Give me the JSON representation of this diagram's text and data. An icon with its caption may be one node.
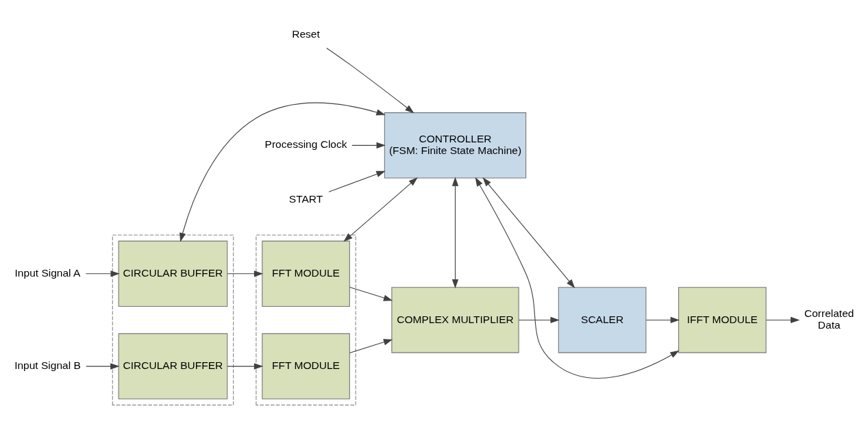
{
  "diagram": {
    "nodes": [
      {
        "text": [
          "Reset"
        ]
      },
      {
        "text": [
          "Processing Clock"
        ]
      },
      {
        "text": [
          "START"
        ]
      },
      {
        "text": [
          "CONTROLLER",
          "(FSM: Finite State Machine)"
        ]
      },
      {
        "text": [
          "Input Signal A"
        ]
      },
      {
        "text": [
          "Input Signal B"
        ]
      },
      {
        "text": [],
        "shape": "box"
      },
      {
        "text": [
          "CIRCULAR BUFFER"
        ],
        "in": 6
      },
      {
        "text": [
          "CIRCULAR BUFFER"
        ],
        "in": 6
      },
      {
        "text": [],
        "shape": "box"
      },
      {
        "text": [
          "FFT MODULE"
        ],
        "in": 9
      },
      {
        "text": [
          "FFT MODULE"
        ],
        "in": 9
      },
      {
        "text": [
          "COMPLEX MULTIPLIER"
        ]
      },
      {
        "text": [
          "SCALER"
        ]
      },
      {
        "text": [
          "IFFT MODULE"
        ]
      },
      {
        "text": [
          "Correlated",
          "Data"
        ]
      }
    ],
    "edges": [
      {
        "from": 0,
        "to": 3,
        "arrow": "to"
      },
      {
        "from": 1,
        "to": 3,
        "arrow": "to"
      },
      {
        "from": 2,
        "to": 3,
        "arrow": "to"
      },
      {
        "from": 3,
        "to": 7,
        "arrow": "both"
      },
      {
        "from": 3,
        "to": 10,
        "arrow": "both"
      },
      {
        "from": 3,
        "to": 12,
        "arrow": "both"
      },
      {
        "from": 3,
        "to": 13,
        "arrow": "both"
      },
      {
        "from": 3,
        "to": 14,
        "arrow": "both"
      },
      {
        "from": 4,
        "to": 7,
        "arrow": "to"
      },
      {
        "from": 5,
        "to": 8,
        "arrow": "to"
      },
      {
        "from": 7,
        "to": 10,
        "arrow": "to"
      },
      {
        "from": 8,
        "to": 11,
        "arrow": "to"
      },
      {
        "from": 10,
        "to": 12,
        "arrow": "to"
      },
      {
        "from": 11,
        "to": 12,
        "arrow": "to"
      },
      {
        "from": 12,
        "to": 13,
        "arrow": "to"
      },
      {
        "from": 13,
        "to": 14,
        "arrow": "to"
      },
      {
        "from": 14,
        "to": 15,
        "arrow": "to"
      }
    ]
  }
}
